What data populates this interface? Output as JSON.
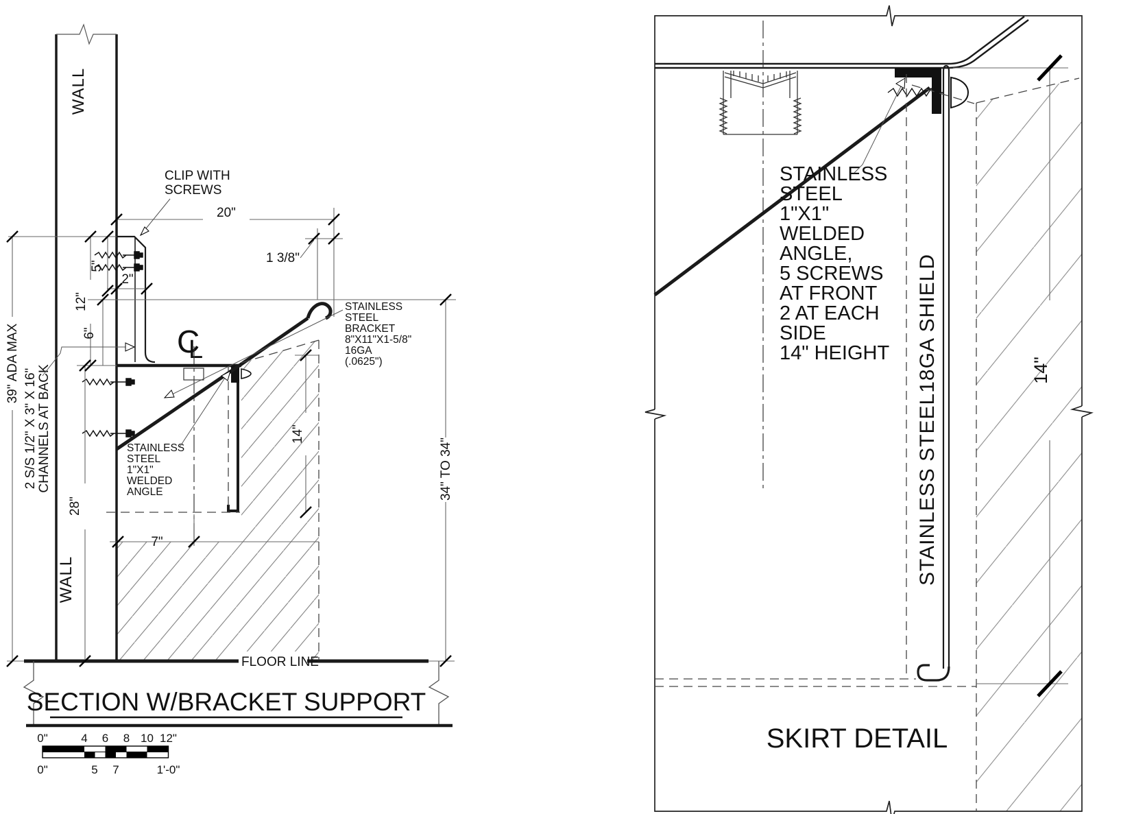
{
  "left_panel": {
    "title": "SECTION W/BRACKET SUPPORT",
    "wall_label_top": "WALL",
    "wall_label_bottom": "WALL",
    "floor_label": "FLOOR LINE",
    "clip_note": [
      "CLIP WITH",
      "SCREWS"
    ],
    "bracket_note": [
      "STAINLESS",
      "STEEL",
      "BRACKET",
      "8\"X11\"X1-5/8\"",
      "16GA",
      "(.0625\")"
    ],
    "angle_note": [
      "STAINLESS",
      "STEEL",
      "1\"X1\"",
      "WELDED",
      "ANGLE"
    ],
    "channels_note": [
      "2 S/S 1/2\" X 3\" X 16\"",
      "CHANNELS AT BACK"
    ],
    "centerline_symbol": {
      "c": "C",
      "l": "L"
    },
    "dims": {
      "w20": "20\"",
      "d138": "1 3/8\"",
      "d5": "5\"",
      "d2": "2\"",
      "d12": "12\"",
      "d6": "6\"",
      "d28": "28\"",
      "d7": "7\"",
      "d14": "14\"",
      "d39": "39\" ADA MAX",
      "d34": "34\" TO 34\""
    },
    "scale_bar": {
      "top_labels": [
        "0\"",
        "4",
        "6",
        "8",
        "10",
        "12\""
      ],
      "bottom_labels": [
        "0\"",
        "5",
        "7",
        "1'-0\""
      ]
    }
  },
  "right_panel": {
    "title": "SKIRT DETAIL",
    "angle_note": [
      "STAINLESS",
      "STEEL",
      "1\"X1\"",
      "WELDED",
      "ANGLE,",
      "5 SCREWS",
      "AT FRONT",
      "2 AT EACH",
      "SIDE",
      "14\" HEIGHT"
    ],
    "shield_label": "STAINLESS STEEL18GA SHIELD",
    "dims": {
      "d14": "14\""
    }
  },
  "colors": {
    "line": "#1a1a1a",
    "dim_line": "#666666",
    "background": "#ffffff"
  }
}
